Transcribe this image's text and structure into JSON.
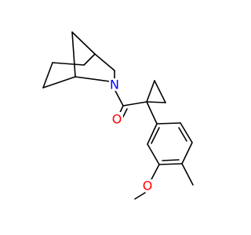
{
  "structure": {
    "atoms": [
      {
        "id": "N",
        "symbol": "N",
        "color": "#0000ff"
      },
      {
        "id": "O_carbonyl",
        "symbol": "O",
        "color": "#ff0000"
      },
      {
        "id": "O_methoxy",
        "symbol": "O",
        "color": "#ff0000"
      }
    ]
  }
}
